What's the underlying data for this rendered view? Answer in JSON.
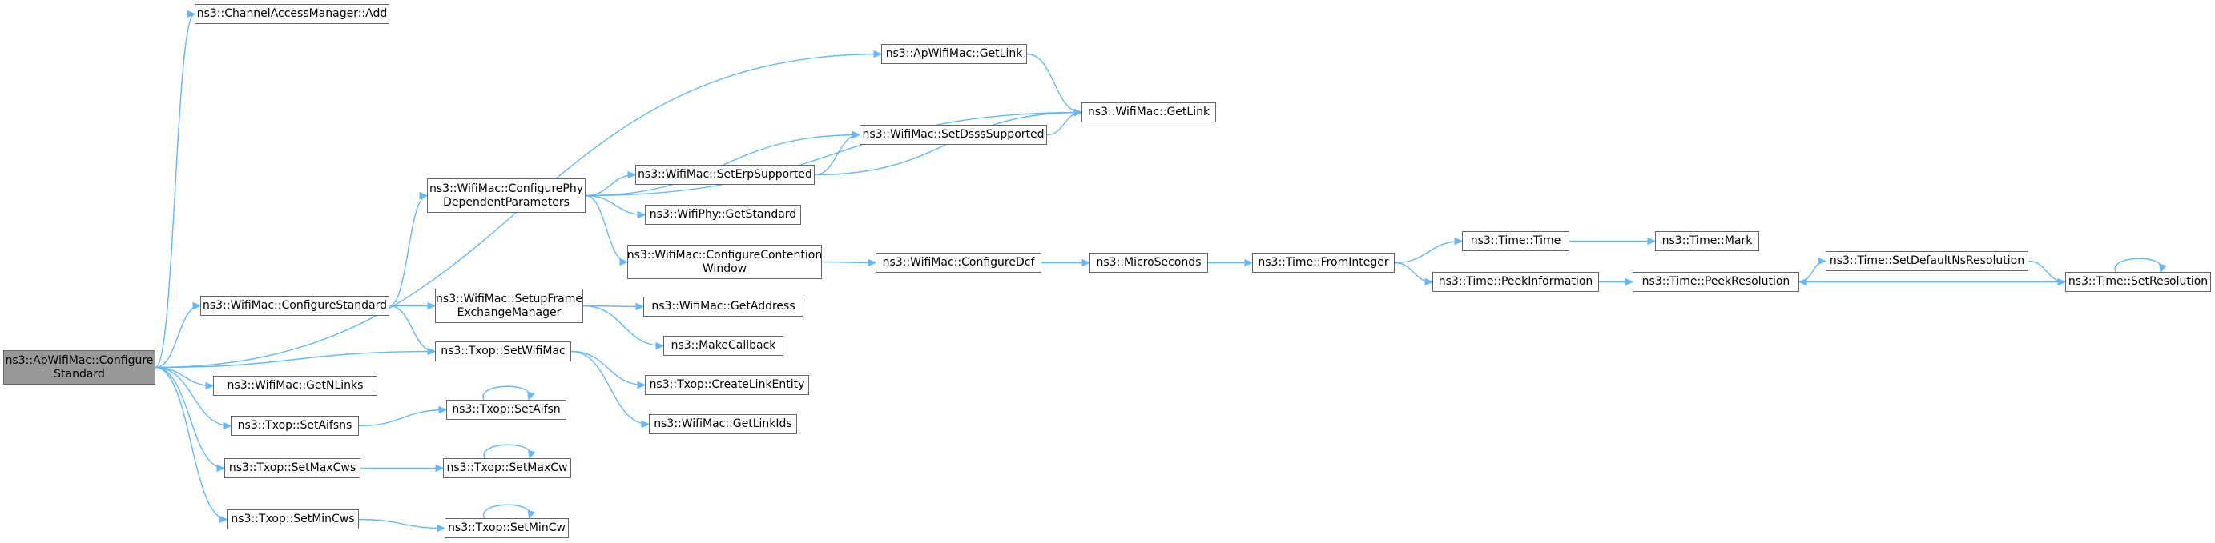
{
  "diagram": {
    "type": "call-graph",
    "colors": {
      "node_border": "#666666",
      "root_fill": "#999999",
      "node_fill": "#ffffff",
      "edge": "#63b8ff"
    },
    "nodes": [
      {
        "id": "root",
        "lines": [
          "ns3::ApWifiMac::Configure",
          "Standard"
        ],
        "root": true
      },
      {
        "id": "cam_add",
        "lines": [
          "ns3::ChannelAccessManager::Add"
        ]
      },
      {
        "id": "ap_getlink",
        "lines": [
          "ns3::ApWifiMac::GetLink"
        ]
      },
      {
        "id": "wm_getlink",
        "lines": [
          "ns3::WifiMac::GetLink"
        ]
      },
      {
        "id": "cpdp",
        "lines": [
          "ns3::WifiMac::ConfigurePhy",
          "DependentParameters"
        ]
      },
      {
        "id": "dsss",
        "lines": [
          "ns3::WifiMac::SetDsssSupported"
        ]
      },
      {
        "id": "erp",
        "lines": [
          "ns3::WifiMac::SetErpSupported"
        ]
      },
      {
        "id": "getstd",
        "lines": [
          "ns3::WifiPhy::GetStandard"
        ]
      },
      {
        "id": "ccw",
        "lines": [
          "ns3::WifiMac::ConfigureContention",
          "Window"
        ]
      },
      {
        "id": "dcf",
        "lines": [
          "ns3::WifiMac::ConfigureDcf"
        ]
      },
      {
        "id": "micro",
        "lines": [
          "ns3::MicroSeconds"
        ]
      },
      {
        "id": "fromint",
        "lines": [
          "ns3::Time::FromInteger"
        ]
      },
      {
        "id": "timetime",
        "lines": [
          "ns3::Time::Time"
        ]
      },
      {
        "id": "mark",
        "lines": [
          "ns3::Time::Mark"
        ]
      },
      {
        "id": "peekinfo",
        "lines": [
          "ns3::Time::PeekInformation"
        ]
      },
      {
        "id": "peekres",
        "lines": [
          "ns3::Time::PeekResolution"
        ]
      },
      {
        "id": "setdefns",
        "lines": [
          "ns3::Time::SetDefaultNsResolution"
        ]
      },
      {
        "id": "setres",
        "lines": [
          "ns3::Time::SetResolution"
        ]
      },
      {
        "id": "cfgstd",
        "lines": [
          "ns3::WifiMac::ConfigureStandard"
        ]
      },
      {
        "id": "sfem",
        "lines": [
          "ns3::WifiMac::SetupFrame",
          "ExchangeManager"
        ]
      },
      {
        "id": "getaddr",
        "lines": [
          "ns3::WifiMac::GetAddress"
        ]
      },
      {
        "id": "mkcb",
        "lines": [
          "ns3::MakeCallback"
        ]
      },
      {
        "id": "setwifimac",
        "lines": [
          "ns3::Txop::SetWifiMac"
        ]
      },
      {
        "id": "createle",
        "lines": [
          "ns3::Txop::CreateLinkEntity"
        ]
      },
      {
        "id": "getlinkids",
        "lines": [
          "ns3::WifiMac::GetLinkIds"
        ]
      },
      {
        "id": "getnlinks",
        "lines": [
          "ns3::WifiMac::GetNLinks"
        ]
      },
      {
        "id": "setaifsns",
        "lines": [
          "ns3::Txop::SetAifsns"
        ]
      },
      {
        "id": "setaifsn",
        "lines": [
          "ns3::Txop::SetAifsn"
        ]
      },
      {
        "id": "setmaxcws",
        "lines": [
          "ns3::Txop::SetMaxCws"
        ]
      },
      {
        "id": "setmaxcw",
        "lines": [
          "ns3::Txop::SetMaxCw"
        ]
      },
      {
        "id": "setmincws",
        "lines": [
          "ns3::Txop::SetMinCws"
        ]
      },
      {
        "id": "setmincw",
        "lines": [
          "ns3::Txop::SetMinCw"
        ]
      }
    ],
    "edges": [
      [
        "root",
        "cam_add"
      ],
      [
        "root",
        "ap_getlink"
      ],
      [
        "root",
        "cfgstd"
      ],
      [
        "root",
        "setwifimac"
      ],
      [
        "root",
        "getnlinks"
      ],
      [
        "root",
        "setaifsns"
      ],
      [
        "root",
        "setmaxcws"
      ],
      [
        "root",
        "setmincws"
      ],
      [
        "ap_getlink",
        "wm_getlink"
      ],
      [
        "cfgstd",
        "cpdp"
      ],
      [
        "cfgstd",
        "sfem"
      ],
      [
        "cfgstd",
        "setwifimac"
      ],
      [
        "cpdp",
        "wm_getlink"
      ],
      [
        "cpdp",
        "dsss"
      ],
      [
        "cpdp",
        "erp"
      ],
      [
        "cpdp",
        "getstd"
      ],
      [
        "cpdp",
        "ccw"
      ],
      [
        "dsss",
        "wm_getlink"
      ],
      [
        "erp",
        "dsss"
      ],
      [
        "erp",
        "wm_getlink"
      ],
      [
        "ccw",
        "dcf"
      ],
      [
        "dcf",
        "micro"
      ],
      [
        "micro",
        "fromint"
      ],
      [
        "fromint",
        "timetime"
      ],
      [
        "fromint",
        "peekinfo"
      ],
      [
        "timetime",
        "mark"
      ],
      [
        "peekinfo",
        "peekres"
      ],
      [
        "peekres",
        "setdefns"
      ],
      [
        "setdefns",
        "setres"
      ],
      [
        "setres",
        "peekres"
      ],
      [
        "setres",
        "setres"
      ],
      [
        "sfem",
        "getaddr"
      ],
      [
        "sfem",
        "mkcb"
      ],
      [
        "setwifimac",
        "createle"
      ],
      [
        "setwifimac",
        "getlinkids"
      ],
      [
        "setaifsns",
        "setaifsn"
      ],
      [
        "setaifsn",
        "setaifsn"
      ],
      [
        "setmaxcws",
        "setmaxcw"
      ],
      [
        "setmaxcw",
        "setmaxcw"
      ],
      [
        "setmincws",
        "setmincw"
      ],
      [
        "setmincw",
        "setmincw"
      ]
    ]
  }
}
